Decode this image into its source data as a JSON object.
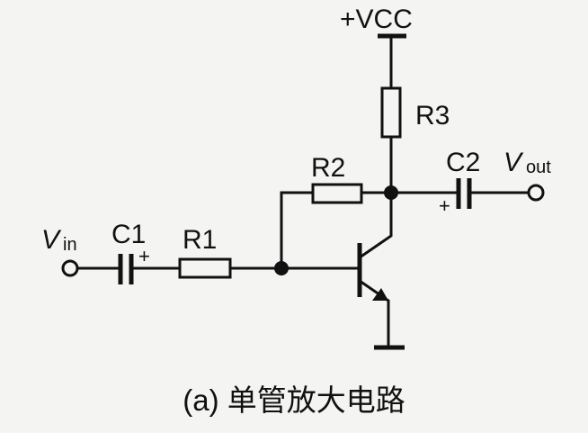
{
  "diagram": {
    "supply_label": "+VCC",
    "input_label": {
      "main": "V",
      "sub": "in"
    },
    "output_label": {
      "main": "V",
      "sub": "out"
    },
    "components": {
      "c1": "C1",
      "c2": "C2",
      "r1": "R1",
      "r2": "R2",
      "r3": "R3"
    },
    "polarity_mark": "+",
    "caption": "(a) 单管放大电路"
  }
}
